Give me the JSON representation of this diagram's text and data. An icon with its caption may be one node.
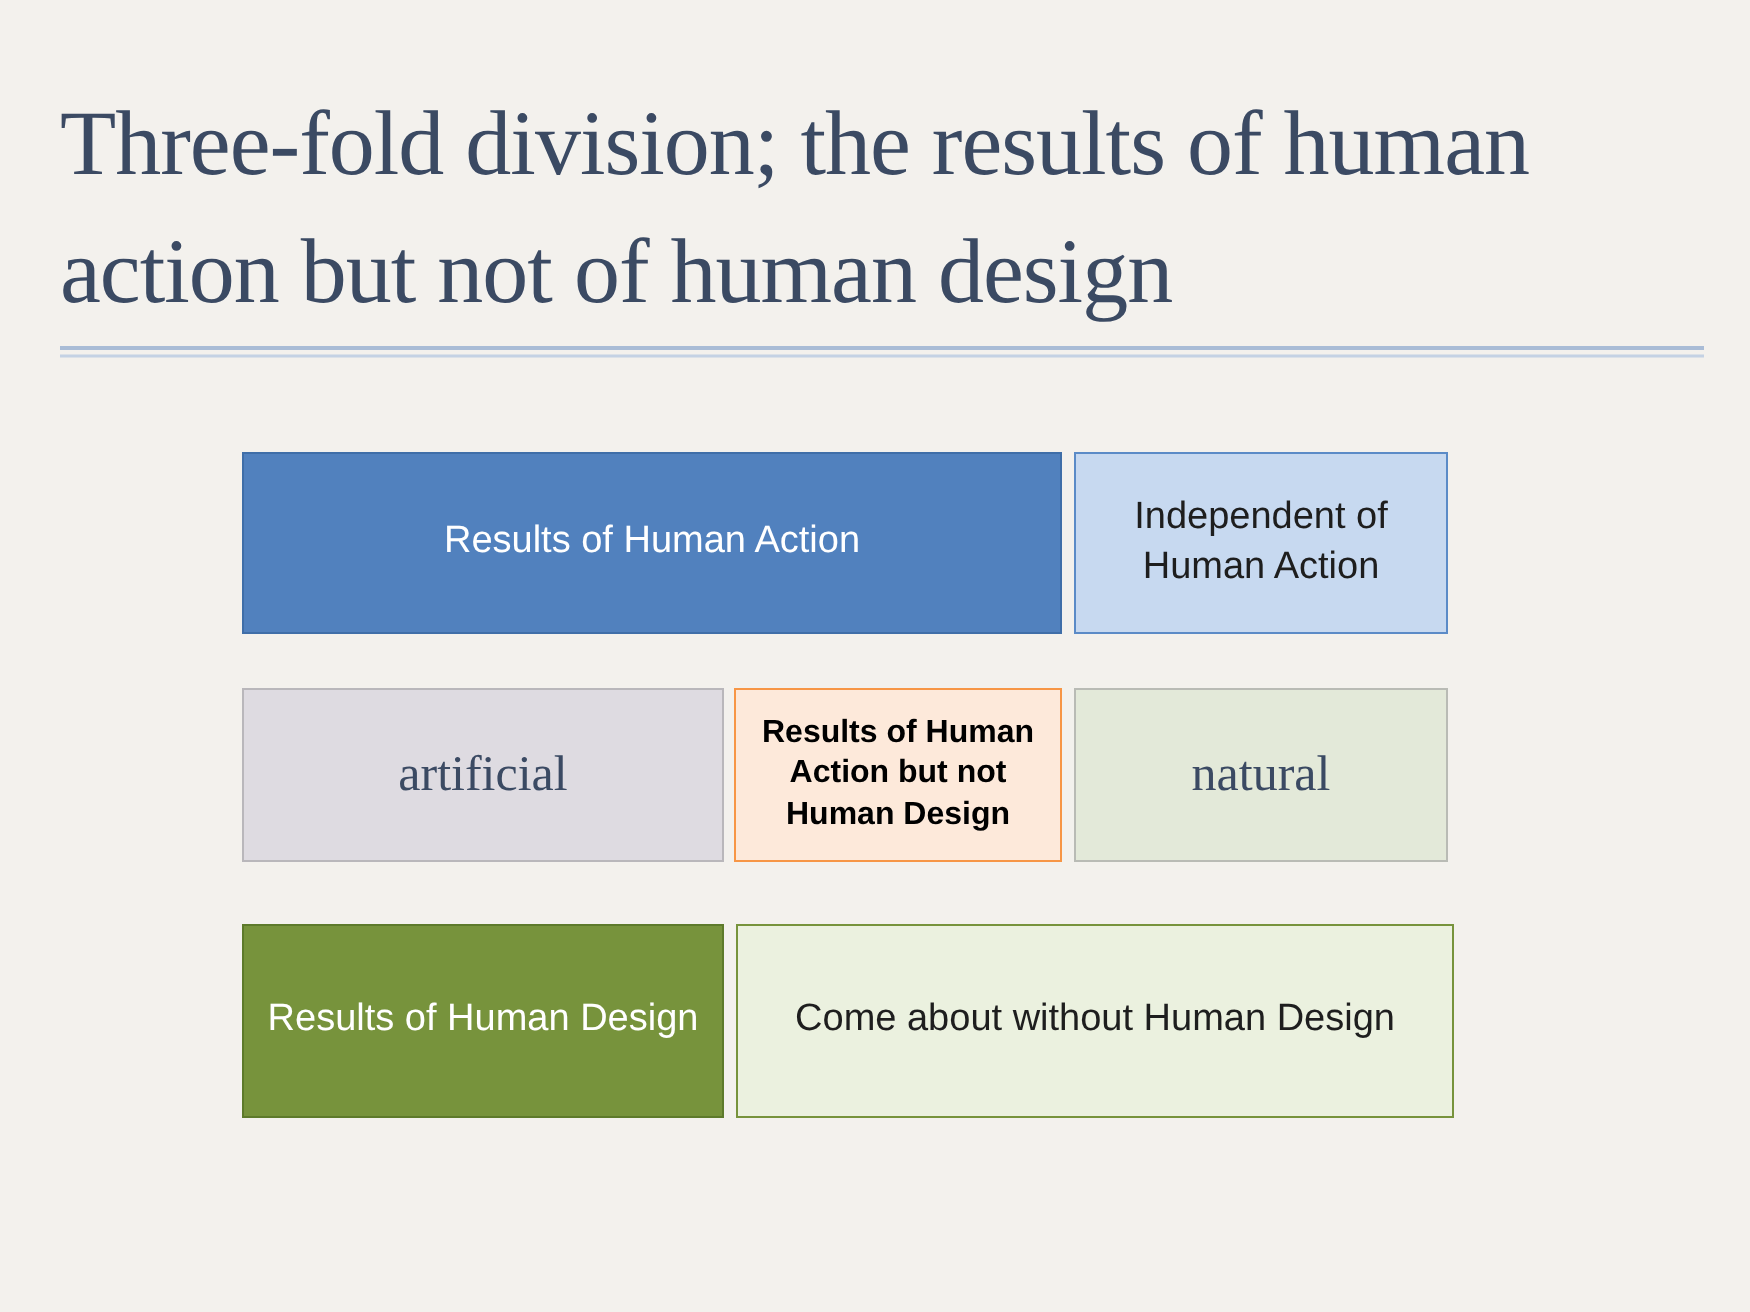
{
  "diagram": {
    "title": "Three-fold division; the results of human action but not of human design",
    "nodes": [
      {
        "text": [
          "Results of Human Action"
        ]
      },
      {
        "text": [
          "Independent of Human Action"
        ]
      },
      {
        "text": [
          "artificial"
        ]
      },
      {
        "text": [
          "Results of Human Action but not Human Design"
        ]
      },
      {
        "text": [
          "natural"
        ]
      },
      {
        "text": [
          "Results of Human Design"
        ]
      },
      {
        "text": [
          "Come about without Human Design"
        ]
      }
    ]
  }
}
